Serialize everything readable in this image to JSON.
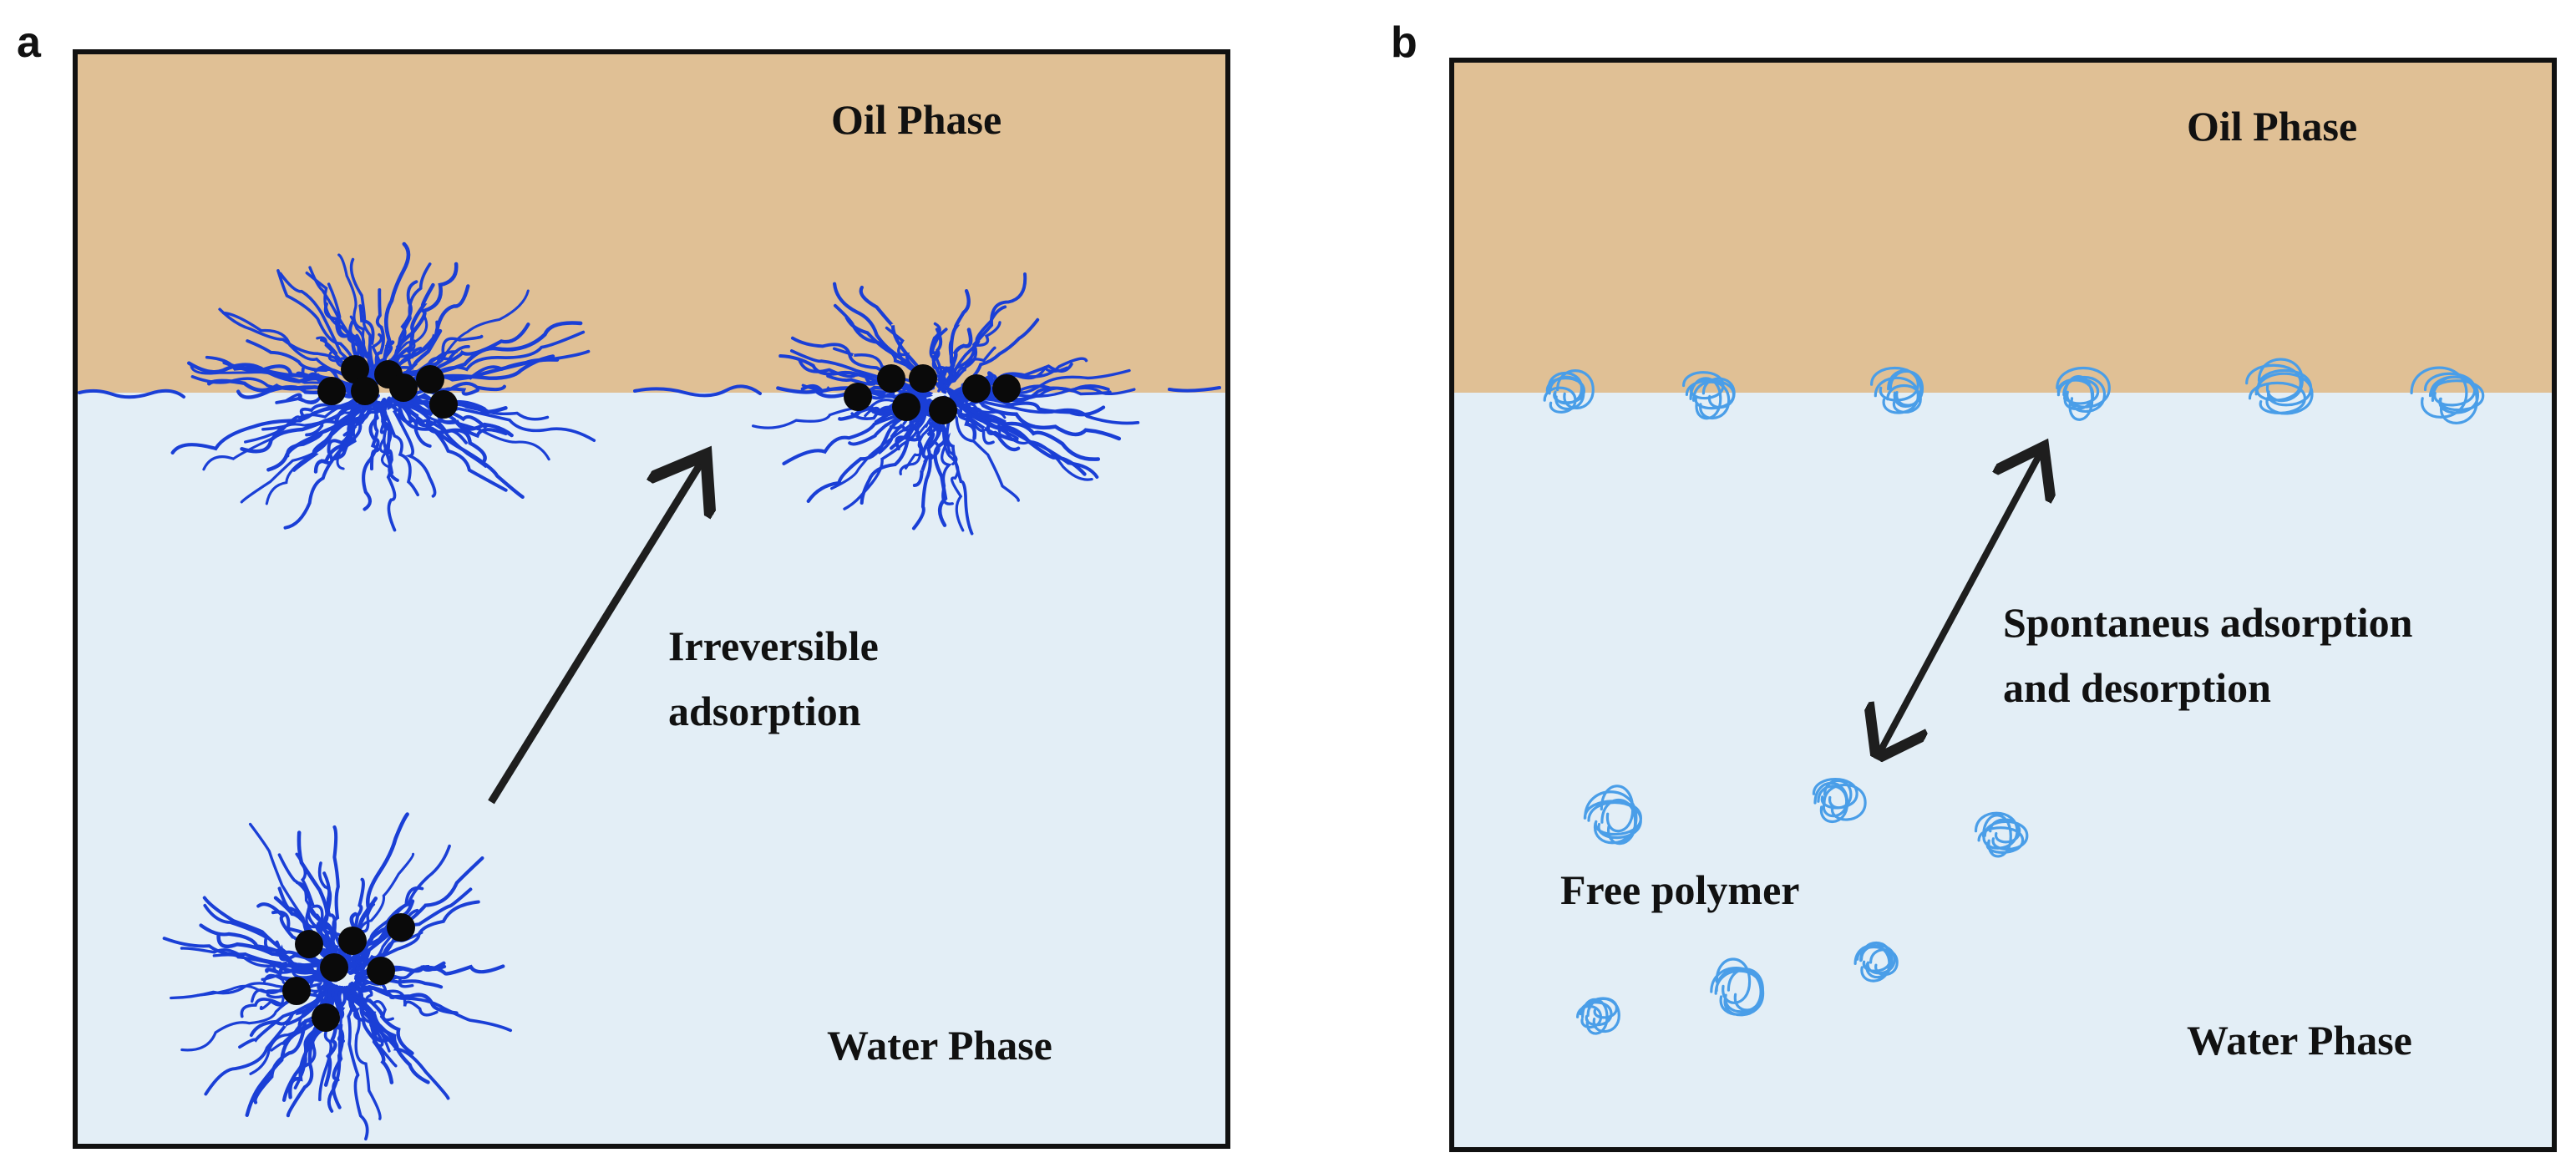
{
  "panels": {
    "a": {
      "letter": "a",
      "oil_label": "Oil Phase",
      "water_label": "Water Phase",
      "arrow_label": [
        "Irreversible",
        "adsorption"
      ]
    },
    "b": {
      "letter": "b",
      "oil_label": "Oil Phase",
      "water_label": "Water Phase",
      "arrow_label": [
        "Spontaneus adsorption",
        "and desorption"
      ],
      "free_label": "Free polymer"
    }
  },
  "colors": {
    "oil": "#e0c095",
    "water": "#e3eef6",
    "frame": "#111111",
    "brush_chain": "#1a3fd6",
    "particle_core": "#0a0a0a",
    "free_coil": "#4a9ee8",
    "arrow": "#1e1e1e",
    "text": "#111111"
  }
}
